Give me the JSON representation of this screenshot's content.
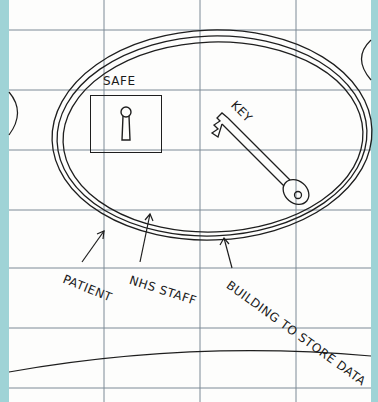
{
  "diagram": {
    "nodes": [
      {
        "text": [
          "SAFE"
        ]
      }
    ],
    "labels": [
      "KEY",
      "PATIENT",
      "NHS STAFF",
      "BUILDING TO STORE DATA"
    ]
  }
}
